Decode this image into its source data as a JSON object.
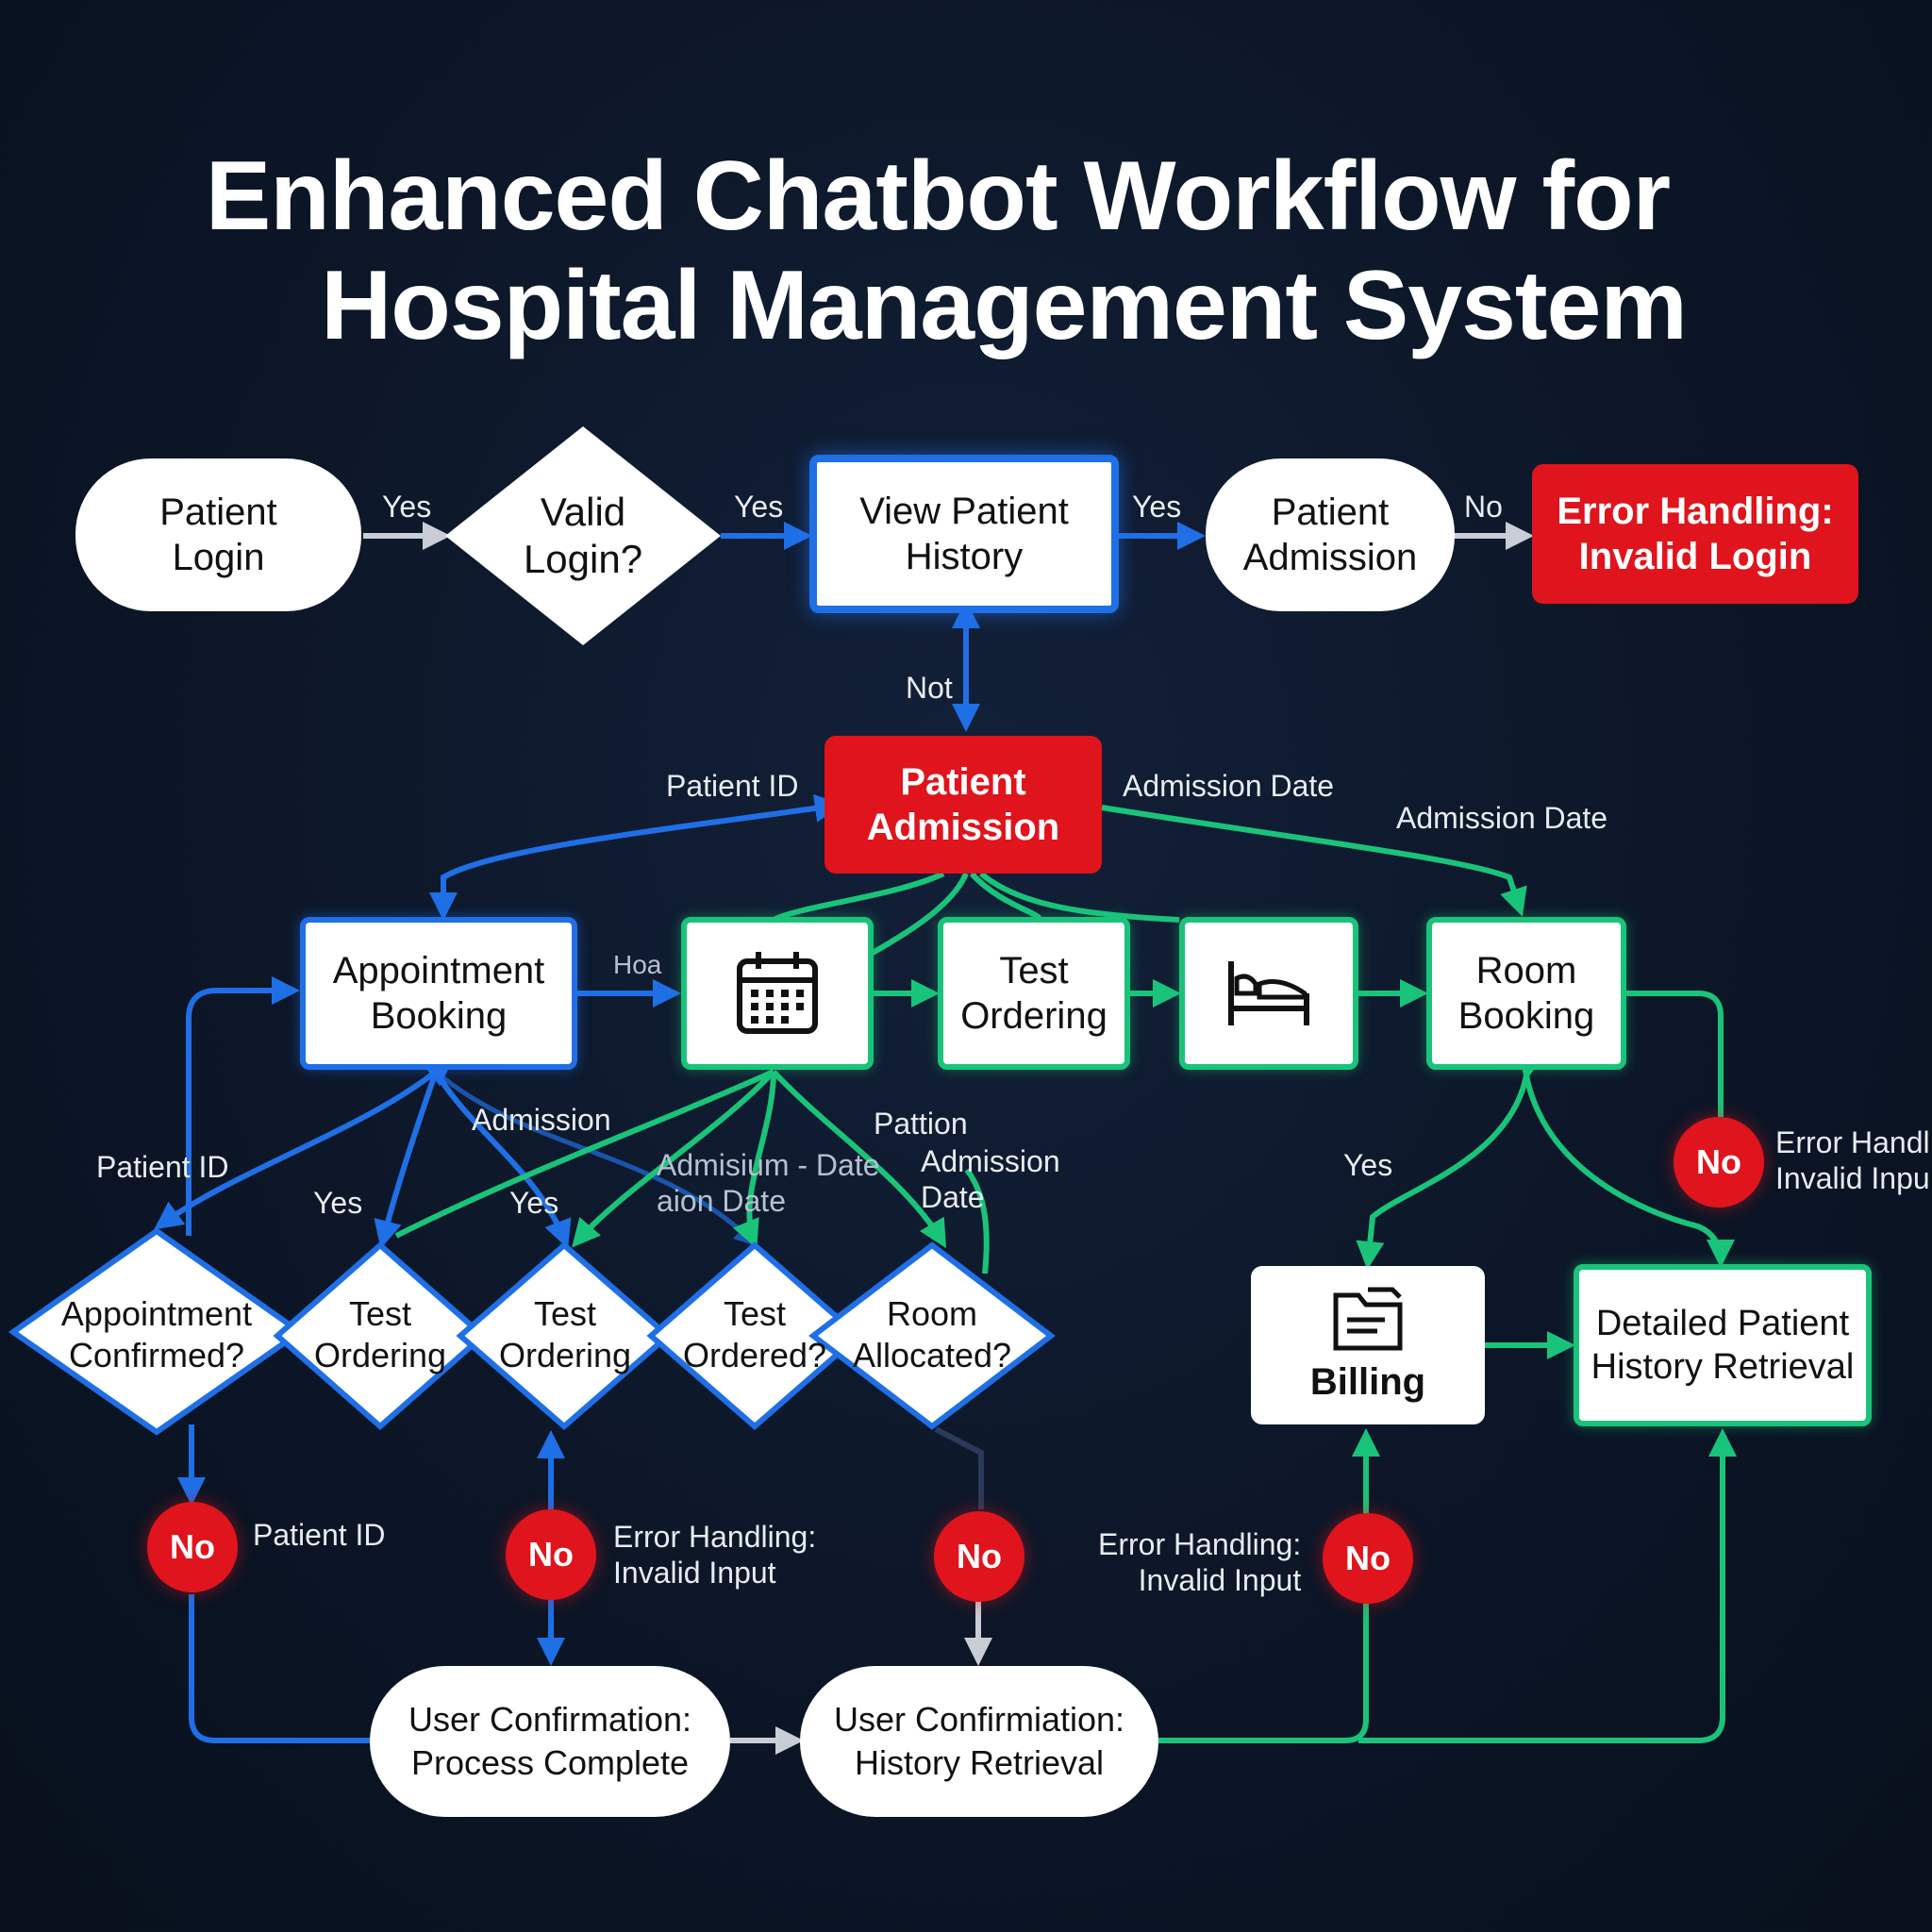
{
  "title": {
    "line1": "Enhanced Chatbot Workflow for",
    "line2": "Hospital Management System"
  },
  "colors": {
    "background": "#0c1627",
    "blue": "#1f6fe6",
    "green": "#19c47a",
    "red": "#e0141c",
    "gray": "#c9ced6"
  },
  "nodes": {
    "patient_login": "Patient\nLogin",
    "valid_login": "Valid\nLogin?",
    "view_patient_history": "View Patient\nHistory",
    "patient_admission_top": "Patient\nAdmission",
    "error_invalid_login": "Error Handling:\nInvalid Login",
    "patient_admission_center": "Patient\nAdmission",
    "appointment_booking": "Appointment\nBooking",
    "test_ordering_box": "Test\nOrdering",
    "room_booking": "Room\nBooking",
    "appointment_confirmed": "Appointment\nConfirmed?",
    "test_ordering_d1": "Test\nOrdering",
    "test_ordering_d2": "Test\nOrdering",
    "test_ordered": "Test\nOrdered?",
    "room_allocated": "Room\nAllocated?",
    "billing": "Billing",
    "detailed_history": "Detailed Patient\nHistory Retrieval",
    "confirm_process": "User Confirmation:\nProcess Complete",
    "confirm_history": "User Confirmiation:\nHistory Retrieval"
  },
  "icons": {
    "calendar": "calendar-icon",
    "bed": "bed-icon",
    "billing": "folder-document-icon"
  },
  "labels": {
    "yes_1": "Yes",
    "yes_2": "Yes",
    "yes_3": "Yes",
    "no_top": "No",
    "not": "Not",
    "patient_id_1": "Patient ID",
    "admission_date_1": "Admission Date",
    "admission_date_2": "Admission Date",
    "hoa": "Hoa",
    "admission": "Admission",
    "patient_id_2": "Patient ID",
    "yes_4": "Yes",
    "yes_5": "Yes",
    "admission_date_3": "Admisium - Date\naion Date",
    "patrion": "Pattion",
    "admission_date_4": "Admission\nDate",
    "yes_6": "Yes",
    "error_input_right": "Error Handl\nInvalid Inpu",
    "patient_id_3": "Patient ID",
    "error_input_1": "Error Handling:\nInvalid Input",
    "error_input_2": "Error Handling:\nInvalid Input"
  },
  "badges": {
    "no_1": "No",
    "no_2": "No",
    "no_3": "No",
    "no_4": "No",
    "no_5": "No"
  }
}
